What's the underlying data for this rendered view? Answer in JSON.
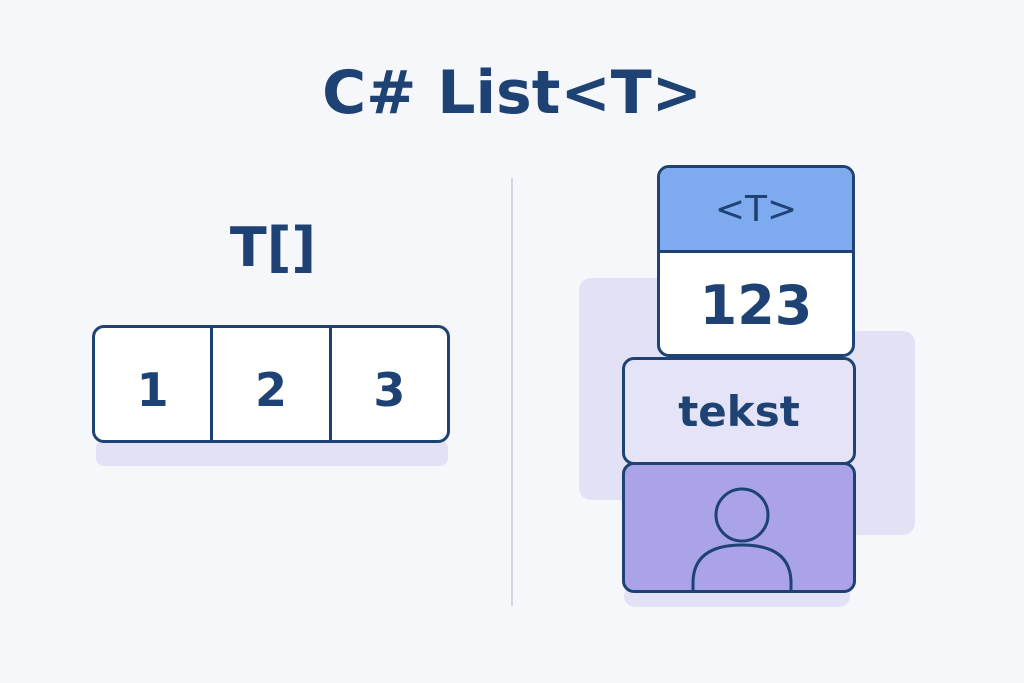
{
  "title": "C# List<T>",
  "array": {
    "label": "T[]",
    "cells": [
      "1",
      "2",
      "3"
    ]
  },
  "list": {
    "generic_label": "<T>",
    "items": [
      "123",
      "tekst"
    ],
    "third_item_icon": "person-icon"
  },
  "colors": {
    "primary_text": "#1d4273",
    "header_blue": "#7eaaf0",
    "lavender_light": "#e4e3f8",
    "lavender_mid": "#aaa3e9",
    "background": "#f6f7fb"
  }
}
